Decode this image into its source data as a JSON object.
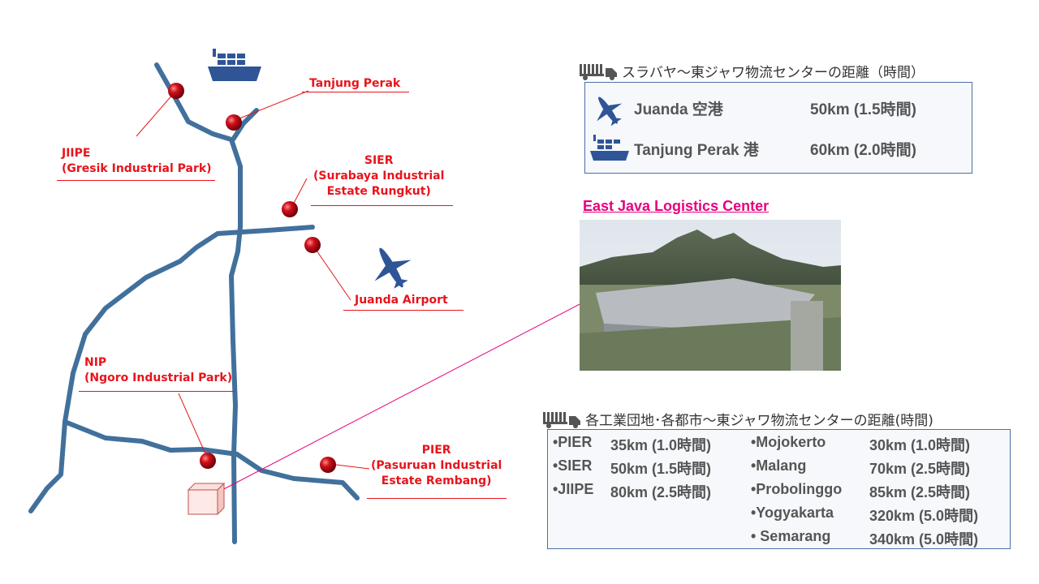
{
  "map": {
    "labels": {
      "tanjung_perak": "Tanjung Perak",
      "jiipe_line1": "JIIPE",
      "jiipe_line2": "(Gresik Industrial Park)",
      "sier_line1": "SIER",
      "sier_line2": "(Surabaya Industrial",
      "sier_line3": "Estate Rungkut)",
      "juanda": "Juanda Airport",
      "nip_line1": "NIP",
      "nip_line2": "(Ngoro Industrial Park)",
      "pier_line1": "PIER",
      "pier_line2": "(Pasuruan Industrial",
      "pier_line3": "Estate Rembang)"
    }
  },
  "colors": {
    "road": "#41709c",
    "label": "#e8141c",
    "accent": "#e6007e",
    "icon": "#2f5597"
  },
  "surabaya_panel": {
    "title": "スラバヤ～東ジャワ物流センターの距離（時間）",
    "rows": [
      {
        "icon": "airplane-icon",
        "name": "Juanda 空港",
        "distance": "50km (1.5時間)"
      },
      {
        "icon": "ship-icon",
        "name": "Tanjung Perak 港",
        "distance": "60km (2.0時間)"
      }
    ]
  },
  "center": {
    "title": "East Java Logistics Center"
  },
  "distances_panel": {
    "title": "各工業団地･各都市～東ジャワ物流センターの距離(時間)",
    "left": [
      {
        "name": "•PIER",
        "distance": "35km (1.0時間)"
      },
      {
        "name": "•SIER",
        "distance": "50km (1.5時間)"
      },
      {
        "name": "•JIIPE",
        "distance": "80km (2.5時間)"
      }
    ],
    "right": [
      {
        "name": "•Mojokerto",
        "distance": "30km (1.0時間)"
      },
      {
        "name": "•Malang",
        "distance": "70km (2.5時間)"
      },
      {
        "name": "•Probolinggo",
        "distance": "85km (2.5時間)"
      },
      {
        "name": "•Yogyakarta",
        "distance": "320km (5.0時間)"
      },
      {
        "name": "• Semarang",
        "distance": "340km (5.0時間)"
      }
    ]
  }
}
